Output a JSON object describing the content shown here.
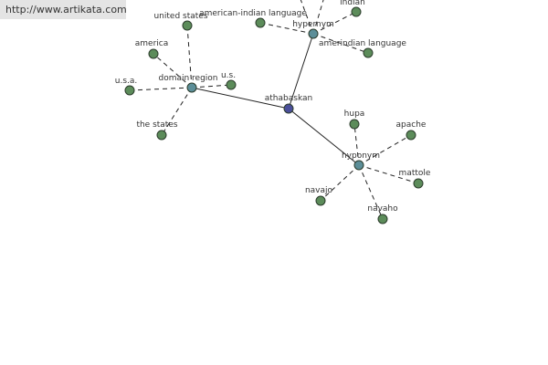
{
  "watermark": {
    "url": "http://www.artikata.com"
  },
  "colors": {
    "leaf": "#5c8c5a",
    "hub": "#5c8e98",
    "center": "#4a4f9a"
  },
  "graph": {
    "nodes": [
      {
        "id": "athabaskan",
        "label": "athabaskan",
        "kind": "center"
      },
      {
        "id": "hypernym",
        "label": "hypernym",
        "kind": "hub"
      },
      {
        "id": "domain-region",
        "label": "domain region",
        "kind": "hub"
      },
      {
        "id": "hyponym",
        "label": "hyponym",
        "kind": "hub"
      },
      {
        "id": "american-indian-language",
        "label": "american-indian language",
        "kind": "leaf"
      },
      {
        "id": "indian",
        "label": "indian",
        "kind": "leaf"
      },
      {
        "id": "amerindian-language",
        "label": "amerindian language",
        "kind": "leaf"
      },
      {
        "id": "united-states",
        "label": "united states",
        "kind": "leaf"
      },
      {
        "id": "america",
        "label": "america",
        "kind": "leaf"
      },
      {
        "id": "usa",
        "label": "u.s.a.",
        "kind": "leaf"
      },
      {
        "id": "us",
        "label": "u.s.",
        "kind": "leaf"
      },
      {
        "id": "the-states",
        "label": "the states",
        "kind": "leaf"
      },
      {
        "id": "hupa",
        "label": "hupa",
        "kind": "leaf"
      },
      {
        "id": "apache",
        "label": "apache",
        "kind": "leaf"
      },
      {
        "id": "mattole",
        "label": "mattole",
        "kind": "leaf"
      },
      {
        "id": "navaho",
        "label": "navaho",
        "kind": "leaf"
      },
      {
        "id": "navajo",
        "label": "navajo",
        "kind": "leaf"
      }
    ],
    "edges": [
      {
        "from": "athabaskan",
        "to": "hypernym",
        "style": "solid"
      },
      {
        "from": "athabaskan",
        "to": "domain-region",
        "style": "solid"
      },
      {
        "from": "athabaskan",
        "to": "hyponym",
        "style": "solid"
      },
      {
        "from": "hypernym",
        "to": "american-indian-language",
        "style": "dashed"
      },
      {
        "from": "hypernym",
        "to": "indian",
        "style": "dashed"
      },
      {
        "from": "hypernym",
        "to": "amerindian-language",
        "style": "dashed"
      },
      {
        "from": "hypernym",
        "to": "offscreen-a",
        "style": "dashed"
      },
      {
        "from": "hypernym",
        "to": "offscreen-b",
        "style": "dashed"
      },
      {
        "from": "domain-region",
        "to": "united-states",
        "style": "dashed"
      },
      {
        "from": "domain-region",
        "to": "america",
        "style": "dashed"
      },
      {
        "from": "domain-region",
        "to": "usa",
        "style": "dashed"
      },
      {
        "from": "domain-region",
        "to": "us",
        "style": "dashed"
      },
      {
        "from": "domain-region",
        "to": "the-states",
        "style": "dashed"
      },
      {
        "from": "hyponym",
        "to": "hupa",
        "style": "dashed"
      },
      {
        "from": "hyponym",
        "to": "apache",
        "style": "dashed"
      },
      {
        "from": "hyponym",
        "to": "mattole",
        "style": "dashed"
      },
      {
        "from": "hyponym",
        "to": "navaho",
        "style": "dashed"
      },
      {
        "from": "hyponym",
        "to": "navajo",
        "style": "dashed"
      }
    ]
  }
}
